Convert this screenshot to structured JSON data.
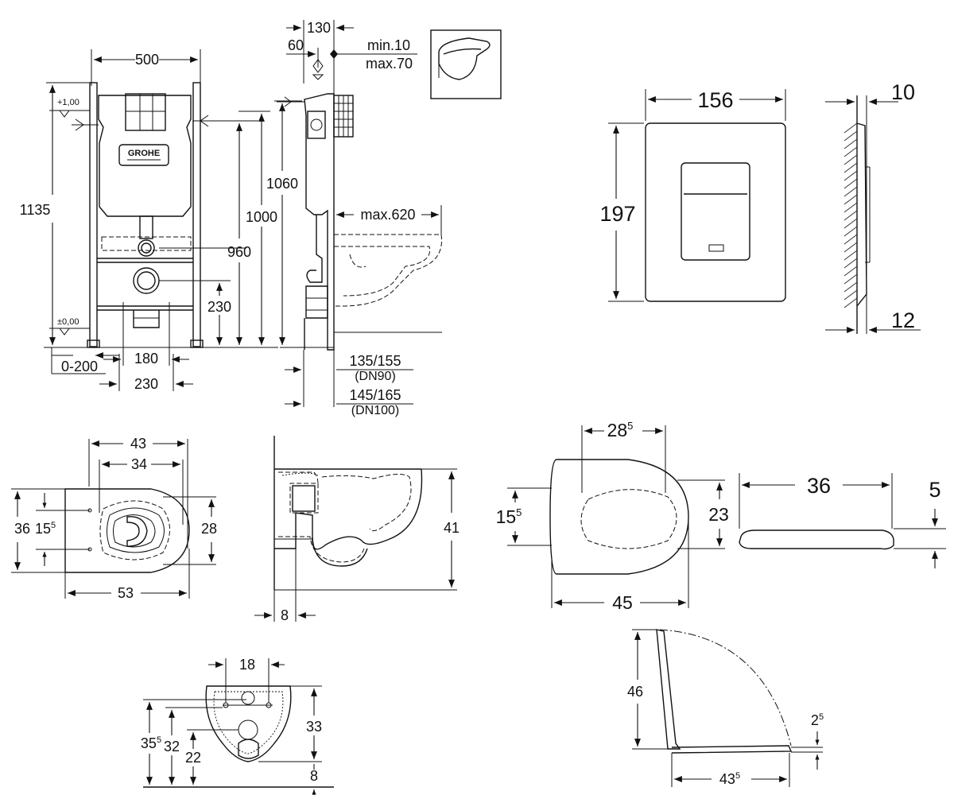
{
  "frame": {
    "width": "500",
    "top_gap": "130",
    "offset_60": "60",
    "wall_min": "min.10",
    "wall_max": "max.70",
    "height_1135": "1135",
    "height_1060": "1060",
    "height_1000": "1000",
    "height_960": "960",
    "height_230": "230",
    "level_top": "+1,00",
    "level_bottom": "±0,00",
    "floor_range": "0-200",
    "spacing_180": "180",
    "spacing_230": "230",
    "projection_max": "max.620",
    "dn90_value": "135/155",
    "dn90_label": "(DN90)",
    "dn100_value": "145/165",
    "dn100_label": "(DN100)",
    "logo_text": "GROHE"
  },
  "plate": {
    "width": "156",
    "height": "197",
    "depth_top": "10",
    "depth_bottom": "12"
  },
  "bowl": {
    "top_43": "43",
    "top_34": "34",
    "side_36": "36",
    "side_15": "15",
    "side_15_sup": "5",
    "side_28": "28",
    "bottom_53": "53",
    "profile_41": "41",
    "profile_8": "8",
    "front_18": "18",
    "front_35": "35",
    "front_35_sup": "5",
    "front_32": "32",
    "front_22": "22",
    "front_33": "33",
    "front_8": "8"
  },
  "seat": {
    "top_28": "28",
    "top_28_sup": "5",
    "left_15": "15",
    "left_15_sup": "5",
    "right_23": "23",
    "bottom_45": "45",
    "side_36": "36",
    "side_5": "5",
    "open_46": "46",
    "open_2": "2",
    "open_2_sup": "5",
    "open_43": "43",
    "open_43_sup": "5"
  }
}
